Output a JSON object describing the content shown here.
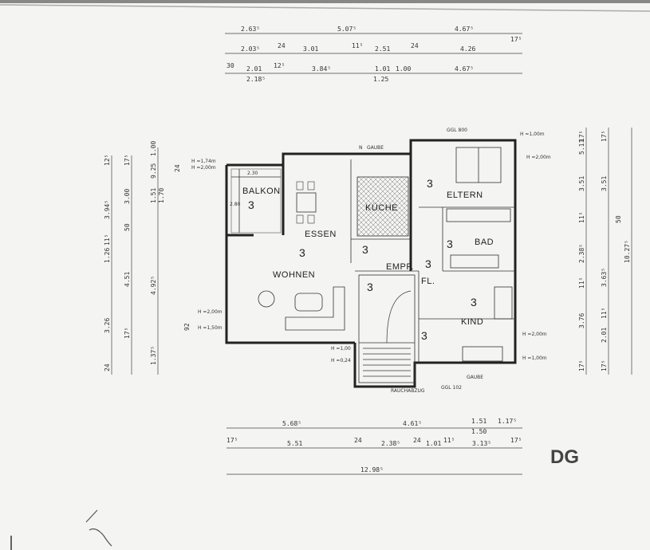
{
  "floor_label": "DG",
  "top_dims": {
    "row1": [
      "2.63⁵",
      "5.07⁵",
      "4.67⁵"
    ],
    "row2": [
      "2.03⁵",
      "24",
      "3.01",
      "11⁵",
      "2.51",
      "24",
      "4.26",
      "17⁵"
    ],
    "row3": [
      "30",
      "2.01",
      "12⁵",
      "3.84⁵",
      "1.01",
      "1.00",
      "4.67⁵"
    ],
    "row3b": [
      "2.18⁵",
      "1.25"
    ]
  },
  "bottom_dims": {
    "row1": [
      "5.68⁵",
      "4.61⁵",
      "1.51",
      "1.17⁵"
    ],
    "row1b": "1.50",
    "row2": [
      "17⁵",
      "5.51",
      "24",
      "2.38⁵",
      "24",
      "1.01",
      "11⁵",
      "3.13⁵",
      "17⁵"
    ],
    "total": "12.98⁵"
  },
  "left_dims": {
    "outer": [
      "12⁵",
      "3.94⁵",
      "1.26",
      "11⁵",
      "3.26",
      "24"
    ],
    "mid": [
      "17⁵",
      "3.00",
      "50",
      "4.51",
      "17⁵"
    ],
    "inner": [
      "1.00",
      "9.25",
      "1.51",
      "1.70",
      "4.92⁵",
      "1.37⁵"
    ],
    "extra": [
      "24",
      "92"
    ]
  },
  "right_dims": {
    "inner": [
      "17⁵",
      "5.11",
      "3.51",
      "11⁵",
      "2.38⁵",
      "11⁵",
      "3.76",
      "17⁵"
    ],
    "mid": [
      "17⁵",
      "3.51",
      "50",
      "3.63⁵",
      "11⁵",
      "2.01",
      "17⁵"
    ],
    "outer": "10.27⁵"
  },
  "rooms": {
    "balkon": "BALKON",
    "essen": "ESSEN",
    "kueche": "KÜCHE",
    "wohnen": "WOHNEN",
    "empf": "EMPF.",
    "fl": "FL.",
    "eltern": "ELTERN",
    "bad": "BAD",
    "kind": "KIND"
  },
  "room_numbers": [
    "3",
    "3",
    "3",
    "3",
    "3",
    "3",
    "3",
    "3",
    "3"
  ],
  "notes": {
    "balkon_h1": "H =1,74m",
    "balkon_h2": "H =2,00m",
    "balkon_w": "2.30",
    "balkon_h": "2.80",
    "gaube_top": "GAUBE",
    "gaube_bottom": "GAUBE",
    "n_mark": "N",
    "ggl_top": "GGL 800",
    "ggl_bottom": "GGL 102",
    "right_h1": "H =1,00m",
    "right_h2": "H =2,00m",
    "right_h3": "H =2,00m",
    "right_h4": "H =1,00m",
    "left_h1": "H =2,00m",
    "left_h2": "H =1,50m",
    "stair_h1": "H =1,00",
    "stair_h2": "H =0,24",
    "rauchabzug": "RAUCHABZUG"
  }
}
